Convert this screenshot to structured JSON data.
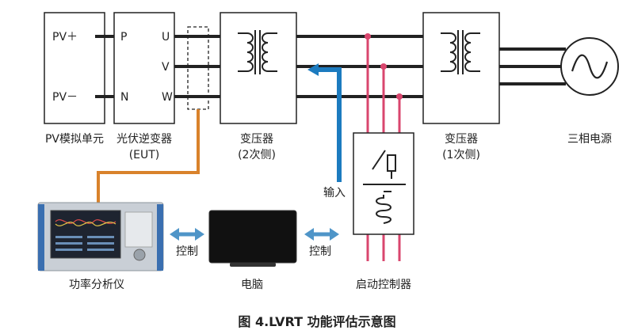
{
  "caption": "图 4.LVRT 功能评估示意图",
  "pv_unit": {
    "label": "PV模拟单元",
    "terminal_plus": "PV＋",
    "terminal_minus": "PV－"
  },
  "inverter": {
    "label_line1": "光伏逆变器",
    "label_line2": "(EUT)",
    "terminal_p": "P",
    "terminal_n": "N",
    "terminal_u": "U",
    "terminal_v": "V",
    "terminal_w": "W"
  },
  "transformer_left": {
    "label_line1": "变压器",
    "label_line2": "(2次侧)"
  },
  "transformer_right": {
    "label_line1": "变压器",
    "label_line2": "(1次侧)"
  },
  "power_source": {
    "label": "三相电源"
  },
  "input_label": "输入",
  "analyzer": {
    "label": "功率分析仪"
  },
  "computer": {
    "label": "电脑"
  },
  "control_left": "控制",
  "control_right": "控制",
  "start_controller": {
    "label": "启动控制器"
  },
  "colors": {
    "line": "#222222",
    "orange": "#d9822b",
    "blue": "#1c7bbf",
    "control_arrow": "#4f95c8",
    "pink": "#d9466e"
  }
}
